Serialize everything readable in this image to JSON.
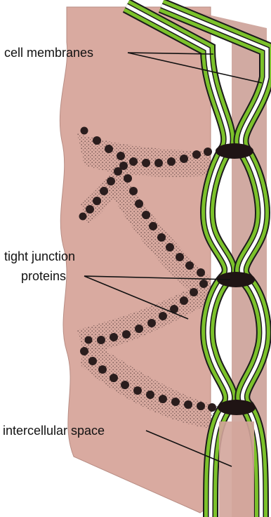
{
  "labels": {
    "cell_membranes": "cell membranes",
    "tight_junction_line1": "tight junction",
    "tight_junction_line2": "proteins",
    "intercellular_space": "intercellular space"
  },
  "colors": {
    "cell_surface": "#d9aaa0",
    "cell_edge": "#b88d84",
    "membrane_green": "#7cc22b",
    "membrane_dark": "#1b1b1b",
    "membrane_white": "#ffffff",
    "protein_dots": "#2a1d1d",
    "stipple": "#3a2626"
  }
}
